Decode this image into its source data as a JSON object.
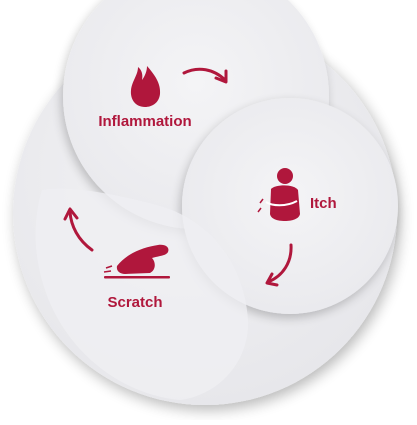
{
  "colors": {
    "accent": "#b0173c",
    "background": "#ffffff"
  },
  "stages": {
    "inflammation": {
      "label": "Inflammation",
      "icon": "flame-icon"
    },
    "itch": {
      "label": "Itch",
      "icon": "self-hug-person-icon"
    },
    "scratch": {
      "label": "Scratch",
      "icon": "scratching-hand-icon"
    }
  }
}
